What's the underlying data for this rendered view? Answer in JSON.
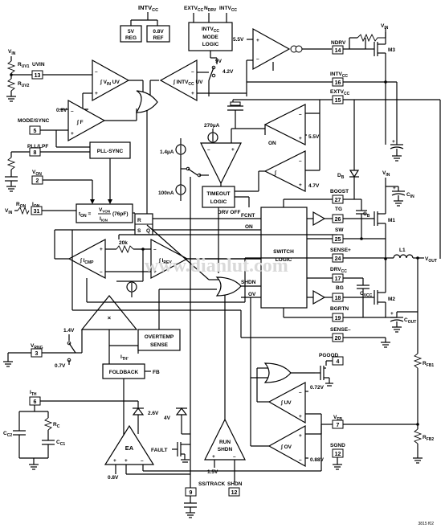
{
  "top_labels": {
    "intvcc_top": "INTV",
    "intvcc_top_sub": "CC",
    "extvcc": "EXTV",
    "extvcc_sub": "CC",
    "ndrv": "N",
    "ndrv_sub": "DRV",
    "intvcc_top2": "INTV",
    "intvcc_top2_sub": "CC"
  },
  "blocks": {
    "reg5v_l1": "5V",
    "reg5v_l2": "REG",
    "ref_l1": "0.8V",
    "ref_l2": "REF",
    "mode_l1": "INTV",
    "mode_l1_sub": "CC",
    "mode_l2": "MODE",
    "mode_l3": "LOGIC",
    "pll": "PLL-SYNC",
    "timeout_l1": "TIMEOUT",
    "timeout_l2": "LOGIC",
    "switch_l1": "SWITCH",
    "switch_l2": "LOGIC",
    "overtemp_l1": "OVERTEMP",
    "overtemp_l2": "SENSE",
    "foldback": "FOLDBACK",
    "run_l1": "RUN",
    "run_l2": "SHDN",
    "ea": "EA",
    "mult": "×",
    "ton_formula": "t",
    "ton_sub": "ON",
    "ton_eq": " = ",
    "ton_vvon": "V",
    "ton_vvon_sub": "VON",
    "ton_ion": "I",
    "ton_ion_sub": "ION",
    "ton_cap": "(76pF)"
  },
  "comparators": {
    "uv": "UV",
    "uv_prefix": "V",
    "uv_sub": "IN",
    "intvcc_uv": "INTV",
    "intvcc_uv_sub": "CC",
    "intvcc_uv_suffix": " UV",
    "f": "F",
    "icmp": "I",
    "icmp_sub": "CMP",
    "irev": "I",
    "irev_sub": "REV",
    "uv2": "UV",
    "ov": "OV",
    "comp_on": "ON",
    "comp_off": "OFF"
  },
  "pins": [
    {
      "name": "UVIN",
      "num": "13"
    },
    {
      "name": "MODE/SYNC",
      "num": "5"
    },
    {
      "name": "PLL/LPF",
      "num": "8"
    },
    {
      "name": "V",
      "sub": "ON",
      "num": "2"
    },
    {
      "name": "I",
      "sub": "ON",
      "num": "31"
    },
    {
      "name": "V",
      "sub": "RNG",
      "num": "3"
    },
    {
      "name": "I",
      "sub": "TH",
      "num": "6"
    },
    {
      "name": "NDRV",
      "num": "14"
    },
    {
      "name": "INTV",
      "sub": "CC",
      "num": "16"
    },
    {
      "name": "EXTV",
      "sub": "CC",
      "num": "15"
    },
    {
      "name": "BOOST",
      "num": "27"
    },
    {
      "name": "TG",
      "num": "26"
    },
    {
      "name": "SW",
      "num": "25"
    },
    {
      "name": "SENSE",
      "suffix": "+",
      "num": "24"
    },
    {
      "name": "DRV",
      "sub": "CC",
      "num": "17"
    },
    {
      "name": "BG",
      "num": "18"
    },
    {
      "name": "BGRTN",
      "num": "19"
    },
    {
      "name": "SENSE",
      "suffix": "–",
      "num": "20"
    },
    {
      "name": "PGOOD",
      "num": "4"
    },
    {
      "name": "V",
      "sub": "FB",
      "num": "7"
    },
    {
      "name": "SGND",
      "num": "12"
    },
    {
      "name": "SS/TRACK",
      "num": "9"
    },
    {
      "name": "SHDN",
      "num": "12"
    }
  ],
  "signals": {
    "vin_l": "V",
    "vin_l_sub": "IN",
    "ruv1": "R",
    "ruv1_sub": "UV1",
    "ruv2": "R",
    "ruv2_sub": "UV2",
    "ron": "R",
    "ron_sub": "ON",
    "vin_ron": "V",
    "vin_ron_sub": "IN",
    "v0_8a": "0.8V",
    "v5_5a": "5.5V",
    "v9": "9V",
    "v4_2": "4.2V",
    "i270": "270µA",
    "i1_4": "1.4µA",
    "i100": "100nA",
    "v5_5b": "5.5V",
    "on_l": "ON",
    "v4_7": "4.7V",
    "drvoff": "DRV OFF",
    "fcnt": "FCNT",
    "on2": "ON",
    "shdn": "SHDN",
    "ov": "OV",
    "r20k": "20k",
    "v1_4": "1.4V",
    "v0_7": "0.7V",
    "ith_int": "I",
    "ith_int_sub": "TH'",
    "fb": "FB",
    "v2_6": "2.6V",
    "v4": "4V",
    "fault": "FAULT",
    "v1_5": "1.5V",
    "v0_8b": "0.8V",
    "v0_72": "0.72V",
    "v0_88": "0.88V",
    "cc2": "C",
    "cc2_sub": "C2",
    "rc": "R",
    "rc_sub": "C",
    "cc1": "C",
    "cc1_sub": "C1",
    "vin_r": "V",
    "vin_r_sub": "IN",
    "vin_r2": "V",
    "vin_r2_sub": "IN",
    "cin": "C",
    "cin_sub": "IN",
    "db": "D",
    "db_sub": "B",
    "cb": "C",
    "cb_sub": "B",
    "cvcc": "C",
    "cvcc_sub": "VCC",
    "cout": "C",
    "cout_sub": "OUT",
    "l1": "L1",
    "vout": "V",
    "vout_sub": "OUT",
    "rfb1": "R",
    "rfb1_sub": "FB1",
    "rfb2": "R",
    "rfb2_sub": "FB2",
    "m1": "M1",
    "m2": "M2",
    "m3": "M3",
    "rs": "R",
    "ss": "S",
    "qq": "Q"
  },
  "watermark": "www.dianlut.com",
  "figure_id": "3815 f02"
}
